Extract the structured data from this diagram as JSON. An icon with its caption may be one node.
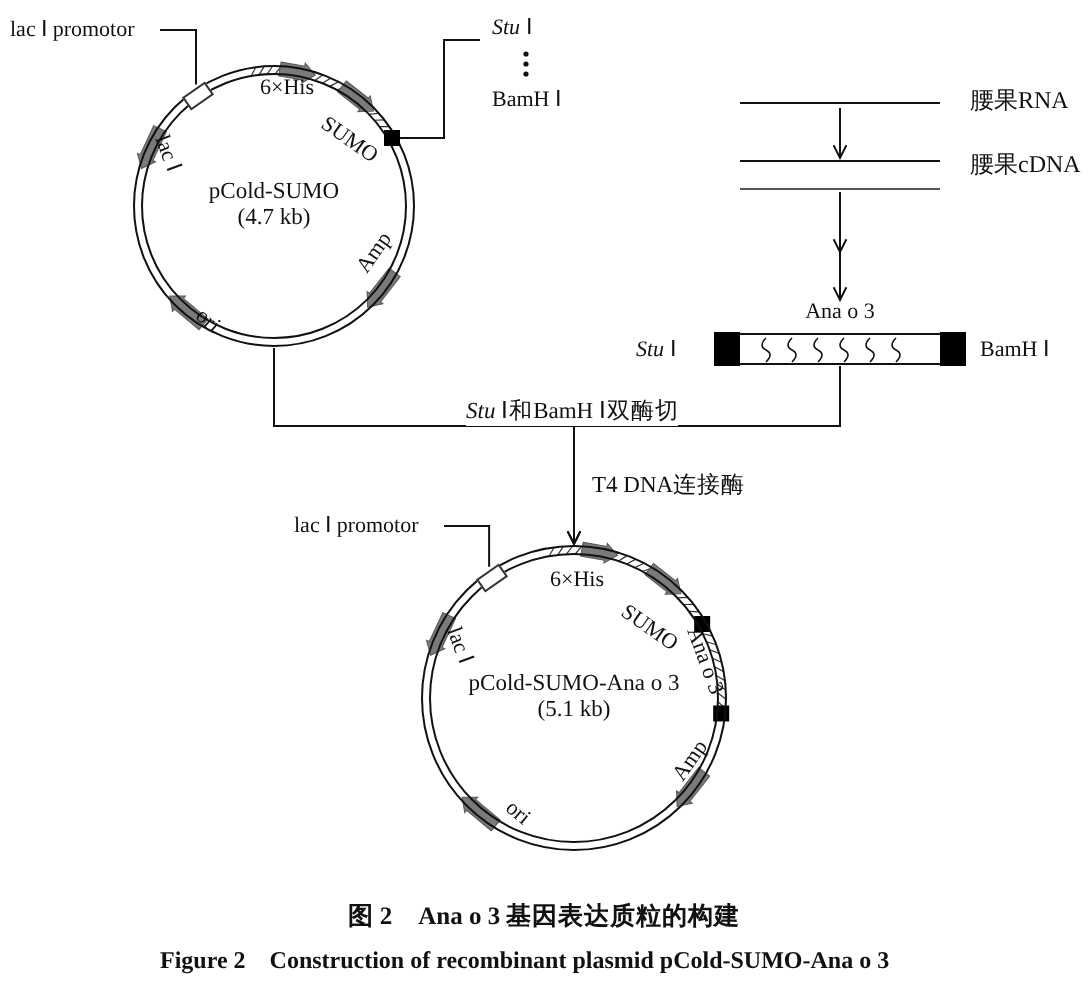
{
  "diagram": {
    "caption": "图 2　Ana o 3 基因表达质粒的构建",
    "nodes": [
      {
        "text": [
          "lac Ⅰ promotor"
        ]
      },
      {
        "text": [
          "pCold-SUMO (4.7 kb)"
        ]
      },
      {
        "text": [],
        "shape": "box",
        "in": 1
      },
      {
        "text": [
          "*Stu* Ⅰ",
          "BamH Ⅰ"
        ]
      },
      {
        "text": [],
        "shape": "box",
        "in": 1
      },
      {
        "text": [],
        "shape": "bar",
        "beside": [
          "腰果RNA"
        ]
      },
      {
        "text": [],
        "shape": "bar",
        "beside": [
          "腰果cDNA"
        ]
      },
      {
        "text": [
          "Ana o 3"
        ],
        "beside": [
          "*Stu* Ⅰ",
          "BamH Ⅰ"
        ]
      },
      {
        "text": [
          "lac Ⅰ promotor"
        ]
      },
      {
        "text": [
          "pCold-SUMO-Ana o 3 (5.1 kb)"
        ]
      },
      {
        "text": [],
        "shape": "box",
        "in": 9
      }
    ],
    "edges": [
      {
        "from": 0,
        "to": 2,
        "arrow": "none"
      },
      {
        "from": 3,
        "to": 4,
        "arrow": "none"
      },
      {
        "from": 5,
        "to": 6,
        "arrow": "to"
      },
      {
        "from": 6,
        "to": 7,
        "arrow": "to"
      },
      {
        "from": 8,
        "to": 10,
        "arrow": "none"
      },
      {
        "from": 1,
        "to": 9,
        "arrow": "to",
        "label": "*Stu* Ⅰ和BamH Ⅰ双酶切"
      },
      {
        "from": 7,
        "to": 9,
        "arrow": "to",
        "label": "T4 DNA连接酶"
      }
    ],
    "labels": [
      "6×His",
      "SUMO",
      "lac Ⅰ",
      "Amp",
      "ori",
      "6×His",
      "SUMO",
      "Ana o 3",
      "lac Ⅰ",
      "Amp",
      "ori",
      "Figure 2　Construction of recombinant plasmid pCold-SUMO-Ana o 3"
    ]
  }
}
